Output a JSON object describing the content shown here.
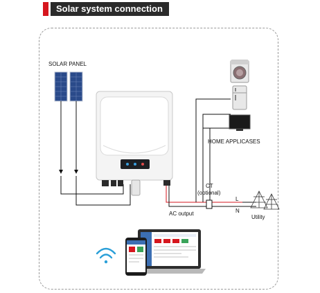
{
  "header": {
    "title": "Solar system connection"
  },
  "labels": {
    "solar_panel": "SOLAR PANEL",
    "home_appliances": "HOME APPLICASES",
    "ct": "CT",
    "ct_sub": "(optional)",
    "line_l": "L",
    "line_n": "N",
    "ac_output": "AC output",
    "utility": "Utility"
  },
  "icons": {
    "wifi": "wifi-icon",
    "washer": "washing-machine-icon",
    "fridge": "refrigerator-icon",
    "tv": "tv-icon",
    "tower": "power-tower-icon",
    "inverter": "inverter-icon",
    "panel": "solar-panel-icon",
    "laptop": "laptop-icon",
    "phone": "phone-icon"
  },
  "colors": {
    "accent_red": "#d6161e",
    "title_bg": "#2b2b2b",
    "wifi_blue": "#2a9fd8",
    "panel_blue": "#2a4a8a"
  }
}
